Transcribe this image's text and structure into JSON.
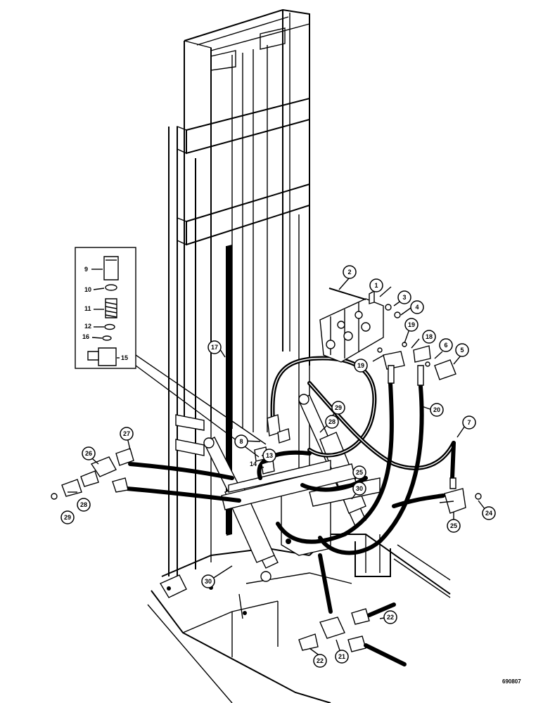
{
  "figure": {
    "drawing_number": "690807"
  },
  "callouts": [
    {
      "id": "c1",
      "label": "1"
    },
    {
      "id": "c2",
      "label": "2"
    },
    {
      "id": "c3",
      "label": "3"
    },
    {
      "id": "c4",
      "label": "4"
    },
    {
      "id": "c5",
      "label": "5"
    },
    {
      "id": "c6",
      "label": "6"
    },
    {
      "id": "c7",
      "label": "7"
    },
    {
      "id": "c8",
      "label": "8"
    },
    {
      "id": "c13",
      "label": "13"
    },
    {
      "id": "c14",
      "label": "14"
    },
    {
      "id": "c17",
      "label": "17"
    },
    {
      "id": "c18",
      "label": "18"
    },
    {
      "id": "c19a",
      "label": "19"
    },
    {
      "id": "c19b",
      "label": "19"
    },
    {
      "id": "c20",
      "label": "20"
    },
    {
      "id": "c21",
      "label": "21"
    },
    {
      "id": "c22a",
      "label": "22"
    },
    {
      "id": "c22b",
      "label": "22"
    },
    {
      "id": "c24",
      "label": "24"
    },
    {
      "id": "c25a",
      "label": "25"
    },
    {
      "id": "c25b",
      "label": "25"
    },
    {
      "id": "c26",
      "label": "26"
    },
    {
      "id": "c27",
      "label": "27"
    },
    {
      "id": "c28a",
      "label": "28"
    },
    {
      "id": "c28b",
      "label": "28"
    },
    {
      "id": "c29a",
      "label": "29"
    },
    {
      "id": "c29b",
      "label": "29"
    },
    {
      "id": "c30a",
      "label": "30"
    },
    {
      "id": "c30b",
      "label": "30"
    }
  ],
  "inset_labels": [
    {
      "id": "i9",
      "label": "9"
    },
    {
      "id": "i10",
      "label": "10"
    },
    {
      "id": "i11",
      "label": "11"
    },
    {
      "id": "i12",
      "label": "12"
    },
    {
      "id": "i16",
      "label": "16"
    },
    {
      "id": "i15",
      "label": "15"
    }
  ]
}
